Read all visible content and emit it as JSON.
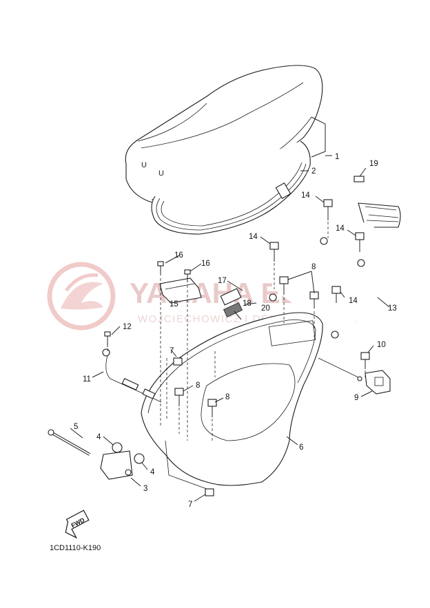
{
  "diagram": {
    "code": "1CD1110-K190",
    "fwd_label": "FWD",
    "watermark": {
      "title": "YAMAHA ELERO",
      "subtitle": "WOJCIECHOWICZ I DEBIEC SKAMA IA"
    },
    "callouts": [
      {
        "id": "1",
        "text": "1"
      },
      {
        "id": "2",
        "text": "2"
      },
      {
        "id": "3",
        "text": "3"
      },
      {
        "id": "4a",
        "text": "4"
      },
      {
        "id": "4b",
        "text": "4"
      },
      {
        "id": "5",
        "text": "5"
      },
      {
        "id": "6",
        "text": "6"
      },
      {
        "id": "7a",
        "text": "7"
      },
      {
        "id": "7b",
        "text": "7"
      },
      {
        "id": "8a",
        "text": "8"
      },
      {
        "id": "8b",
        "text": "8"
      },
      {
        "id": "8c",
        "text": "8"
      },
      {
        "id": "9",
        "text": "9"
      },
      {
        "id": "10",
        "text": "10"
      },
      {
        "id": "11",
        "text": "11"
      },
      {
        "id": "12",
        "text": "12"
      },
      {
        "id": "13",
        "text": "13"
      },
      {
        "id": "14a",
        "text": "14"
      },
      {
        "id": "14b",
        "text": "14"
      },
      {
        "id": "14c",
        "text": "14"
      },
      {
        "id": "14d",
        "text": "14"
      },
      {
        "id": "15",
        "text": "15"
      },
      {
        "id": "16a",
        "text": "16"
      },
      {
        "id": "16b",
        "text": "16"
      },
      {
        "id": "17",
        "text": "17"
      },
      {
        "id": "18",
        "text": "18"
      },
      {
        "id": "19",
        "text": "19"
      },
      {
        "id": "20",
        "text": "20"
      }
    ]
  }
}
